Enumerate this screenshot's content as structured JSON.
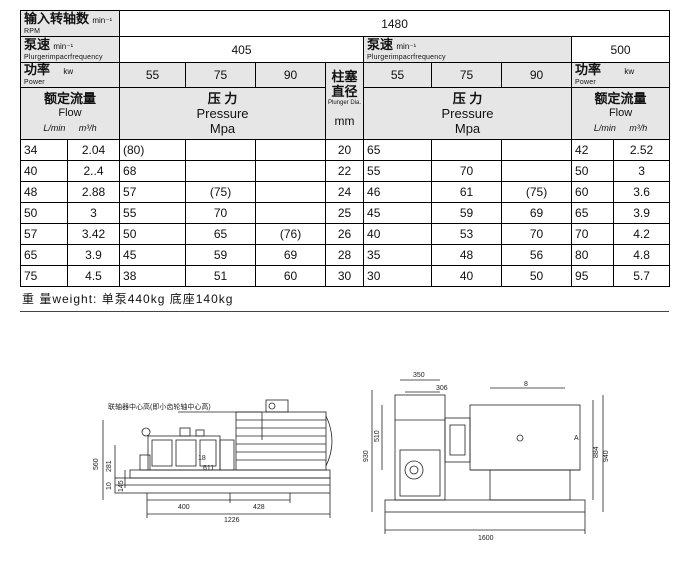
{
  "header": {
    "input_speed_cn": "输入转轴数",
    "input_speed_unit": "min⁻¹",
    "input_speed_en": "RPM",
    "input_speed_value": "1480",
    "pump_speed_cn": "泵速",
    "pump_speed_unit": "min⁻¹",
    "pump_speed_en": "Plurgerimpacrfrequency",
    "pump_speed_left": "405",
    "pump_speed_right": "500",
    "power_cn": "功率",
    "power_unit": "kw",
    "power_en": "Power",
    "power_values_left": [
      "55",
      "75",
      "90"
    ],
    "power_values_right": [
      "55",
      "75",
      "90"
    ],
    "plunger_cn": "柱塞直径",
    "plunger_cn_1": "柱塞",
    "plunger_cn_2": "直径",
    "plunger_en": "Plunger Dia.",
    "plunger_unit": "mm",
    "flow_cn": "额定流量",
    "flow_en": "Flow",
    "flow_unit_lmin": "L/min",
    "flow_unit_m3h": "m³/h",
    "pressure_cn": "压 力",
    "pressure_en": "Pressure",
    "pressure_unit": "Mpa"
  },
  "rows": [
    {
      "lmin": "34",
      "m3h": "2.04",
      "p1": "(80)",
      "p2": "",
      "p3": "",
      "dia": "20",
      "q1": "65",
      "q2": "",
      "q3": "",
      "rlmin": "42",
      "rm3h": "2.52"
    },
    {
      "lmin": "40",
      "m3h": "2..4",
      "p1": "68",
      "p2": "",
      "p3": "",
      "dia": "22",
      "q1": "55",
      "q2": "70",
      "q3": "",
      "rlmin": "50",
      "rm3h": "3"
    },
    {
      "lmin": "48",
      "m3h": "2.88",
      "p1": "57",
      "p2": "(75)",
      "p3": "",
      "dia": "24",
      "q1": "46",
      "q2": "61",
      "q3": "(75)",
      "rlmin": "60",
      "rm3h": "3.6"
    },
    {
      "lmin": "50",
      "m3h": "3",
      "p1": "55",
      "p2": "70",
      "p3": "",
      "dia": "25",
      "q1": "45",
      "q2": "59",
      "q3": "69",
      "rlmin": "65",
      "rm3h": "3.9"
    },
    {
      "lmin": "57",
      "m3h": "3.42",
      "p1": "50",
      "p2": "65",
      "p3": "(76)",
      "dia": "26",
      "q1": "40",
      "q2": "53",
      "q3": "70",
      "rlmin": "70",
      "rm3h": "4.2"
    },
    {
      "lmin": "65",
      "m3h": "3.9",
      "p1": "45",
      "p2": "59",
      "p3": "69",
      "dia": "28",
      "q1": "35",
      "q2": "48",
      "q3": "56",
      "rlmin": "80",
      "rm3h": "4.8"
    },
    {
      "lmin": "75",
      "m3h": "4.5",
      "p1": "38",
      "p2": "51",
      "p3": "60",
      "dia": "30",
      "q1": "30",
      "q2": "40",
      "q3": "50",
      "rlmin": "95",
      "rm3h": "5.7"
    }
  ],
  "weight_text": "重 量weight: 单泵440kg   底座140kg",
  "drawing": {
    "note": "联轴器中心高(即小齿轮轴中心高)",
    "dims_front": [
      "560",
      "281",
      "10",
      "145",
      "400",
      "428",
      "1226",
      "18",
      "611"
    ],
    "dims_side": [
      "350",
      "306",
      "8",
      "930",
      "510",
      "884",
      "940",
      "1600",
      "A"
    ]
  },
  "colors": {
    "shade": "#e6e6e6",
    "line": "#000000"
  }
}
